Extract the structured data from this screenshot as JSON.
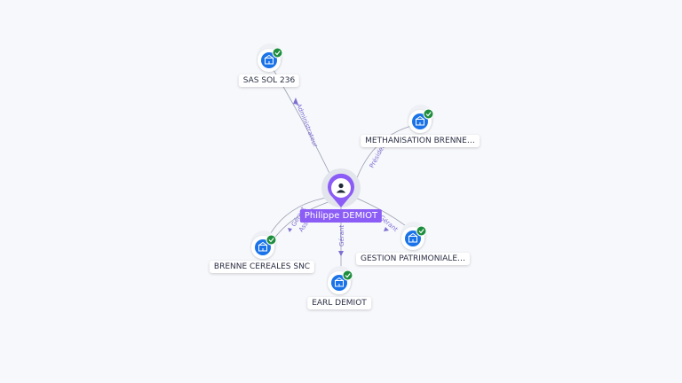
{
  "center": {
    "name": "Philippe DEMIOT",
    "icon": "person-icon",
    "color": "#8b5cf6"
  },
  "companies": [
    {
      "id": "sas-sol-236",
      "name": "SAS SOL 236",
      "relation": "Administrateur",
      "icon": "company-icon",
      "verified": true
    },
    {
      "id": "methanisation-brenne",
      "name": "METHANISATION BRENNE…",
      "relation": "Président",
      "icon": "company-icon",
      "verified": true
    },
    {
      "id": "brenne-cereales-snc",
      "name": "BRENNE CEREALES SNC",
      "relation": "Gérant",
      "relation2": "Associé",
      "icon": "company-icon",
      "verified": true
    },
    {
      "id": "earl-demiot",
      "name": "EARL DEMIOT",
      "relation": "Gérant",
      "icon": "company-icon",
      "verified": true
    },
    {
      "id": "gestion-patrimoniale",
      "name": "GESTION PATRIMONIALE…",
      "relation": "Gérant",
      "icon": "company-icon",
      "verified": true
    }
  ],
  "colors": {
    "company_blue": "#1a73e8",
    "verified_green": "#1e8e3e",
    "edge": "#9aa0b0",
    "edge_label": "#7c6fd0"
  }
}
